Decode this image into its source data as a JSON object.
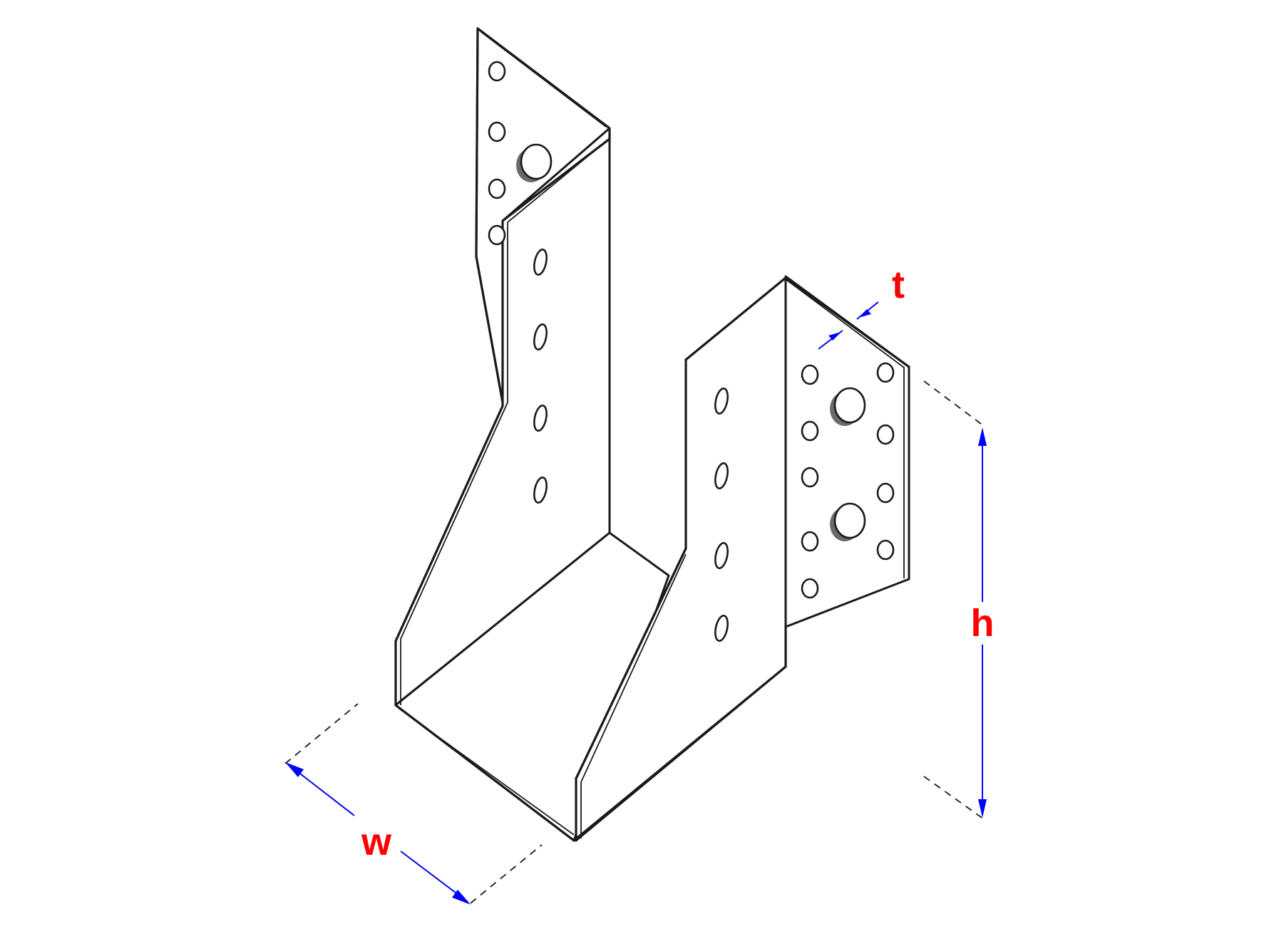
{
  "figure": {
    "colors": {
      "outline": "#1a1a1a",
      "dimension_line": "#0000ff",
      "dimension_label": "#ff0000",
      "background": "#ffffff"
    },
    "dimensions": {
      "width_label": "w",
      "height_label": "h",
      "thickness_label": "t"
    }
  }
}
